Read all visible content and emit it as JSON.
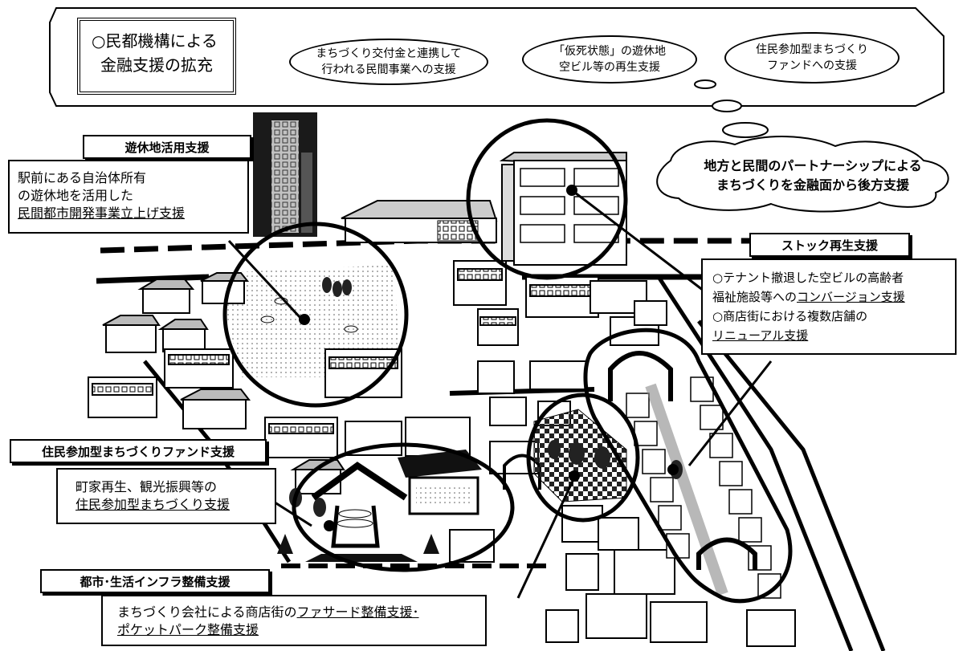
{
  "top_panel": {
    "title_line1": "○民都機構による",
    "title_line2": "金融支援の拡充",
    "bubbles": [
      {
        "line1": "まちづくり交付金と連携して",
        "line2": "行われる民間事業への支援"
      },
      {
        "line1": "「仮死状態」の遊休地",
        "line2": "空ビル等の再生支援"
      },
      {
        "line1": "住民参加型まちづくり",
        "line2": "ファンドへの支援"
      }
    ]
  },
  "thought_cloud": {
    "line1": "地方と民間のパートナーシップによる",
    "line2": "まちづくりを金融面から後方支援"
  },
  "idle_land": {
    "header": "遊休地活用支援",
    "line1": "駅前にある自治体所有",
    "line2": "の遊休地を活用した",
    "line3": "民間都市開発事業立上げ支援"
  },
  "stock": {
    "header": "ストック再生支援",
    "line1_pre": "○テナント撤退した空ビルの高齢者",
    "line2_pre": "福祉施設等への",
    "line2_u": "コンバージョン支援",
    "line3": "○商店街における複数店舗の",
    "line4_u": "リニューアル支援"
  },
  "resident_fund": {
    "header": "住民参加型まちづくりファンド支援",
    "line1": "町家再生、観光振興等の",
    "line2_u": "住民参加型まちづくり支援"
  },
  "infra": {
    "header": "都市･生活インフラ整備支援",
    "line1_pre": "まちづくり会社による商店街の",
    "line1_u": "ファサード整備支援･",
    "line2_u": "ポケットパーク整備支援"
  }
}
